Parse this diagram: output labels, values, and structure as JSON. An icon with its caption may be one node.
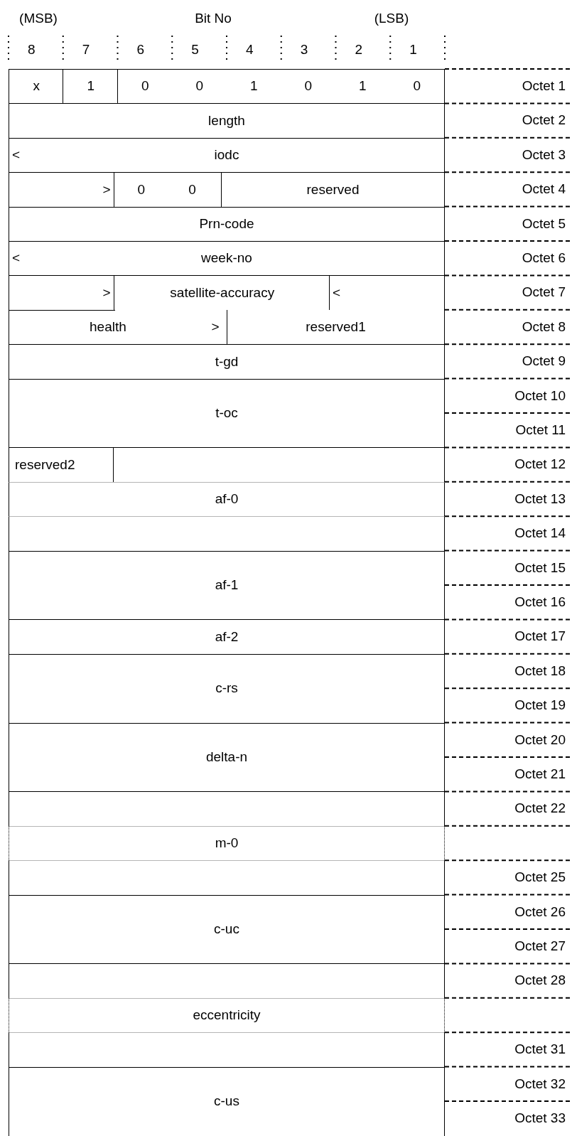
{
  "diagram": {
    "nodes": [
      {
        "text": [
          "x"
        ]
      },
      {
        "text": [
          "1"
        ]
      },
      {
        "text": [
          "0",
          "0",
          "1",
          "0",
          "1",
          "0"
        ]
      },
      {
        "text": [
          "length"
        ]
      },
      {
        "text": [
          "<",
          "iodc"
        ]
      },
      {
        "text": [
          ">"
        ]
      },
      {
        "text": [
          "0",
          "0"
        ]
      },
      {
        "text": [
          "reserved"
        ]
      },
      {
        "text": [
          "Prn-code"
        ]
      },
      {
        "text": [
          "<",
          "week-no"
        ]
      },
      {
        "text": [
          ">"
        ]
      },
      {
        "text": [
          "satellite-accuracy"
        ]
      },
      {
        "text": [
          "<"
        ]
      },
      {
        "text": [
          "health",
          ">"
        ]
      },
      {
        "text": [
          "reserved1"
        ]
      },
      {
        "text": [
          "t-gd"
        ]
      },
      {
        "text": [
          "t-oc"
        ]
      },
      {
        "text": [
          "reserved2"
        ]
      },
      {
        "text": [],
        "shape": "box"
      },
      {
        "text": [
          "af-0"
        ]
      },
      {
        "text": [],
        "shape": "box"
      },
      {
        "text": [
          "af-1"
        ]
      },
      {
        "text": [
          "af-2"
        ]
      },
      {
        "text": [
          "c-rs"
        ]
      },
      {
        "text": [
          "delta-n"
        ]
      },
      {
        "text": [],
        "shape": "box"
      },
      {
        "text": [
          "m-0"
        ]
      },
      {
        "text": [],
        "shape": "box"
      },
      {
        "text": [
          "c-uc"
        ]
      },
      {
        "text": [],
        "shape": "box"
      },
      {
        "text": [
          "eccentricity"
        ]
      },
      {
        "text": [],
        "shape": "box"
      },
      {
        "text": [
          "c-us"
        ]
      }
    ],
    "labels": [
      "(MSB)",
      "Bit No",
      "(LSB)",
      "8",
      "7",
      "6",
      "5",
      "4",
      "3",
      "2",
      "1",
      "Octet 1",
      "Octet 2",
      "Octet 3",
      "Octet 4",
      "Octet 5",
      "Octet 6",
      "Octet 7",
      "Octet 8",
      "Octet 9",
      "Octet 10",
      "Octet 11",
      "Octet 12",
      "Octet 13",
      "Octet 14",
      "Octet 15",
      "Octet 16",
      "Octet 17",
      "Octet 18",
      "Octet 19",
      "Octet 20",
      "Octet 21",
      "Octet 22",
      "Octet 25",
      "Octet 26",
      "Octet 27",
      "Octet 28",
      "Octet 31",
      "Octet 32",
      "Octet 33"
    ]
  }
}
